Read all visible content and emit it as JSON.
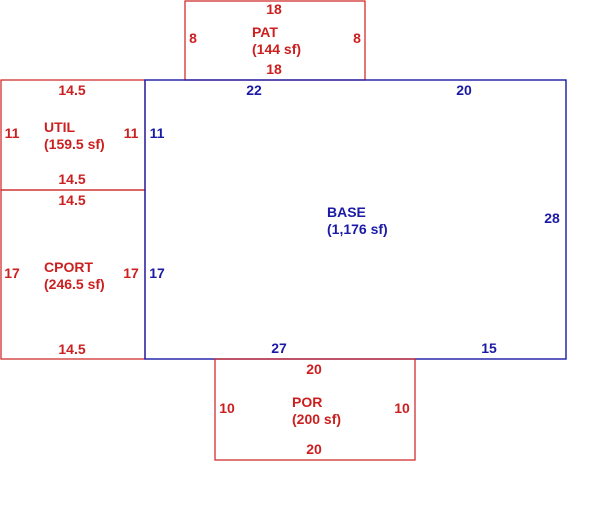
{
  "colors": {
    "extension": "#cc1f1f",
    "base": "#1a1aa6"
  },
  "areas": {
    "pat": {
      "name": "PAT",
      "area": "(144 sf)",
      "top": "18",
      "bottom": "18",
      "left": "8",
      "right": "8"
    },
    "util": {
      "name": "UTIL",
      "area": "(159.5 sf)",
      "top": "14.5",
      "bottom": "14.5",
      "left": "11",
      "right": "11"
    },
    "cport": {
      "name": "CPORT",
      "area": "(246.5 sf)",
      "top": "14.5",
      "bottom": "14.5",
      "left": "17",
      "right": "17"
    },
    "base": {
      "name": "BASE",
      "area": "(1,176 sf)",
      "top_left": "22",
      "top_right": "20",
      "left_upper": "11",
      "left_lower": "17",
      "right": "28",
      "bottom_left": "27",
      "bottom_right": "15"
    },
    "por": {
      "name": "POR",
      "area": "(200 sf)",
      "top": "20",
      "bottom": "20",
      "left": "10",
      "right": "10"
    }
  }
}
